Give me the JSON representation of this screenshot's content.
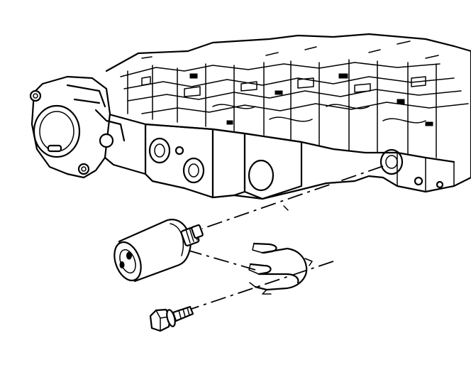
{
  "figure": {
    "parts": [
      {
        "name": "valve-body",
        "icon": "valve-body-assembly"
      },
      {
        "name": "solenoid",
        "icon": "solenoid-cylinder"
      },
      {
        "name": "retainer-clip",
        "icon": "spring-clip"
      },
      {
        "name": "bolt",
        "icon": "hex-bolt"
      }
    ],
    "colors": {
      "ink": "#000000",
      "paper": "#ffffff"
    }
  }
}
